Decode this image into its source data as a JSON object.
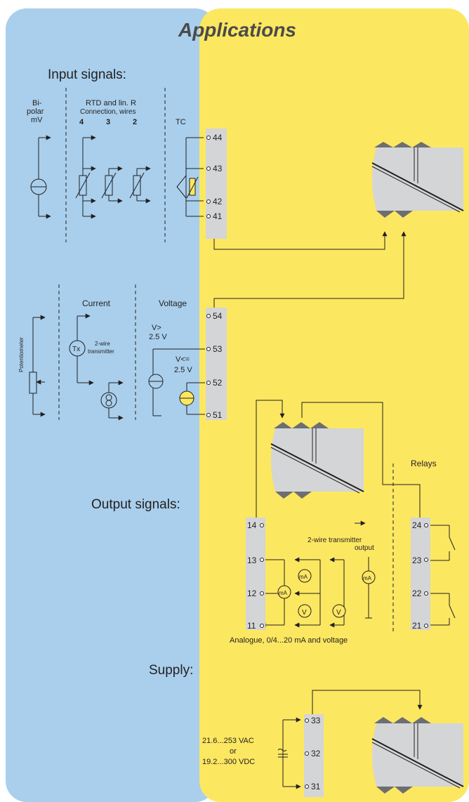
{
  "title": "Applications",
  "sections": {
    "input": "Input signals:",
    "output": "Output signals:",
    "supply": "Supply:"
  },
  "input_labels": {
    "bipolar_1": "Bi-",
    "bipolar_2": "polar",
    "bipolar_3": "mV",
    "rtd_1": "RTD and lin. R",
    "rtd_2": "Connection, wires",
    "wires_4": "4",
    "wires_3": "3",
    "wires_2": "2",
    "tc": "TC",
    "current": "Current",
    "voltage": "Voltage",
    "potentiometer": "Potentiometer",
    "tx": "Tx",
    "two_wire_1": "2-wire",
    "two_wire_2": "transmitter",
    "v_gt_1": "V>",
    "v_gt_2": "2.5 V",
    "v_le_1": "V<=",
    "v_le_2": "2.5 V"
  },
  "terminals": {
    "t44": "44",
    "t43": "43",
    "t42": "42",
    "t41": "41",
    "t54": "54",
    "t53": "53",
    "t52": "52",
    "t51": "51",
    "t14": "14",
    "t13": "13",
    "t12": "12",
    "t11": "11",
    "t24": "24",
    "t23": "23",
    "t22": "22",
    "t21": "21",
    "t33": "33",
    "t32": "32",
    "t31": "31"
  },
  "output_labels": {
    "relays": "Relays",
    "tx_out_1": "2-wire transmitter",
    "tx_out_2": "output",
    "analogue": "Analogue, 0/4...20 mA and voltage",
    "ma": "mA",
    "v": "V"
  },
  "supply_labels": {
    "vac": "21.6...253 VAC",
    "or": "or",
    "vdc": "19.2...300 VDC"
  },
  "colors": {
    "blue": "#a9cfec",
    "yellow": "#fce761",
    "title": "#4a4a4a",
    "terminal": "#d4d5d7",
    "device": "#d4d5d7",
    "device_tab": "#6d6e71"
  }
}
